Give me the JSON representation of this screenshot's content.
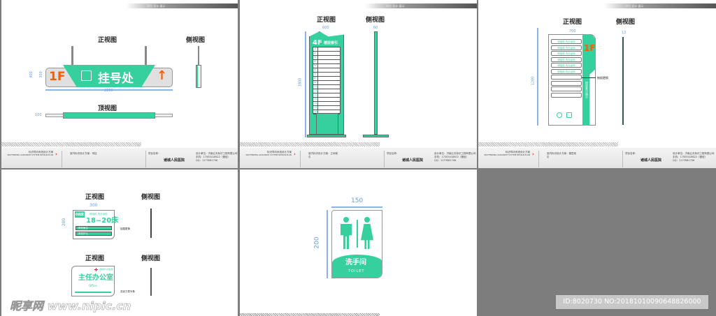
{
  "header": {
    "text": "项目 设计 展示"
  },
  "footer": {
    "title": "标识导向系统设计方案",
    "subtitle": "WAYFINDING GUIDANCE SYSTEM DESIGN PLAN",
    "client_label": "项目名称：",
    "hospital": "诸城人民医院",
    "designer": "设计单位：济南云天标识工程有限公司",
    "phone": "手机：17505416622（微信）",
    "qq": "QQ：1173581706",
    "p1_item": "室内标识设计方案：吊挂",
    "p2_item": "室内标识设计方案：立地索引",
    "p3_item": "室内标识设计方案：楼层索引"
  },
  "views": {
    "front": "正视图",
    "side": "侧视图",
    "top": "顶视图"
  },
  "hanging_sign": {
    "floor": "1F",
    "text": "挂号处",
    "arrow": "↑",
    "width": "2200",
    "height_outer": "400",
    "height_inner": "300",
    "top_depth": "100"
  },
  "standing_sign": {
    "floor": "4F",
    "title": "楼层索引",
    "width": "600",
    "height": "1800",
    "depth": "60",
    "floors": [
      "1F",
      "2F",
      "3F",
      "4F",
      "5F",
      "6F",
      "7F",
      "8F",
      "9F",
      "10F",
      "11F",
      "12F",
      "13F",
      "14F",
      "15F",
      "16F"
    ]
  },
  "wall_index": {
    "floor": "1F",
    "width": "700",
    "height": "1200",
    "depth": "13",
    "entries": [
      "呼吸科 内分泌科",
      "呼吸科 内分泌科",
      "呼吸科 内分泌科",
      "呼吸科 内分泌科",
      "呼吸科 内分泌科",
      "呼吸科 内分泌科"
    ],
    "vertical": "楼层索引指示",
    "annotation": "抽插更换"
  },
  "ward_sign": {
    "room": "08床",
    "dept": "呼吸科 内分泌科",
    "beds": "18~20床",
    "rows": [
      "责任医生",
      "责任护士"
    ],
    "width": "300",
    "height": "200",
    "annotation": "抽插更换"
  },
  "office_sign": {
    "org": "诸城市人民医院",
    "title": "主任办公室",
    "en": "Office",
    "annotation": "亚克力导光条"
  },
  "toilet_sign": {
    "cn": "洗手间",
    "en": "TOILET",
    "width": "150",
    "height": "200"
  },
  "watermark": {
    "logo": "昵享网 www.nipic.cn",
    "id": "ID:8020730 NO:20181010090648826000"
  },
  "colors": {
    "brand_green": "#35d09e",
    "orange": "#ff5a00",
    "dimension_blue": "#6a9ed8"
  }
}
